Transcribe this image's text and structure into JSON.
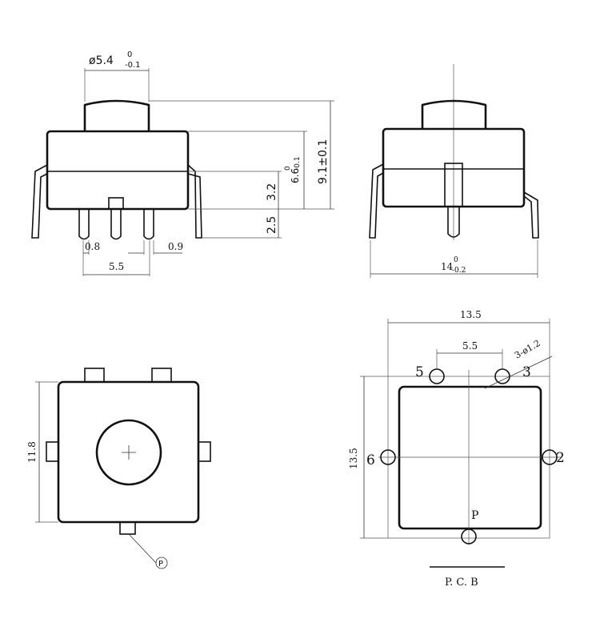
{
  "front_view": {
    "dia_prefix": "ø5.4",
    "dia_sup": "0",
    "dia_sub": "-0.1",
    "height_total": "9.1±0.1",
    "height_body_main": "6.6",
    "height_body_sup": "0",
    "height_body_sub": "-0.1",
    "height_upper": "3.2",
    "height_pin": "2.5",
    "pin_width": "0.8",
    "pin_pitch": "5.5",
    "pin_gap": "0.9"
  },
  "side_view": {
    "width_main": "14",
    "width_sup": "0",
    "width_sub": "-0.2"
  },
  "top_view": {
    "height": "11.8",
    "marker": "P"
  },
  "pcb_view": {
    "width": "13.5",
    "height": "13.5",
    "hole_pitch": "5.5",
    "hole_spec": "3-ø1.2",
    "label_5": "5",
    "label_3": "3",
    "label_6": "6",
    "label_2": "2",
    "label_p": "P",
    "title": "P. C. B"
  }
}
